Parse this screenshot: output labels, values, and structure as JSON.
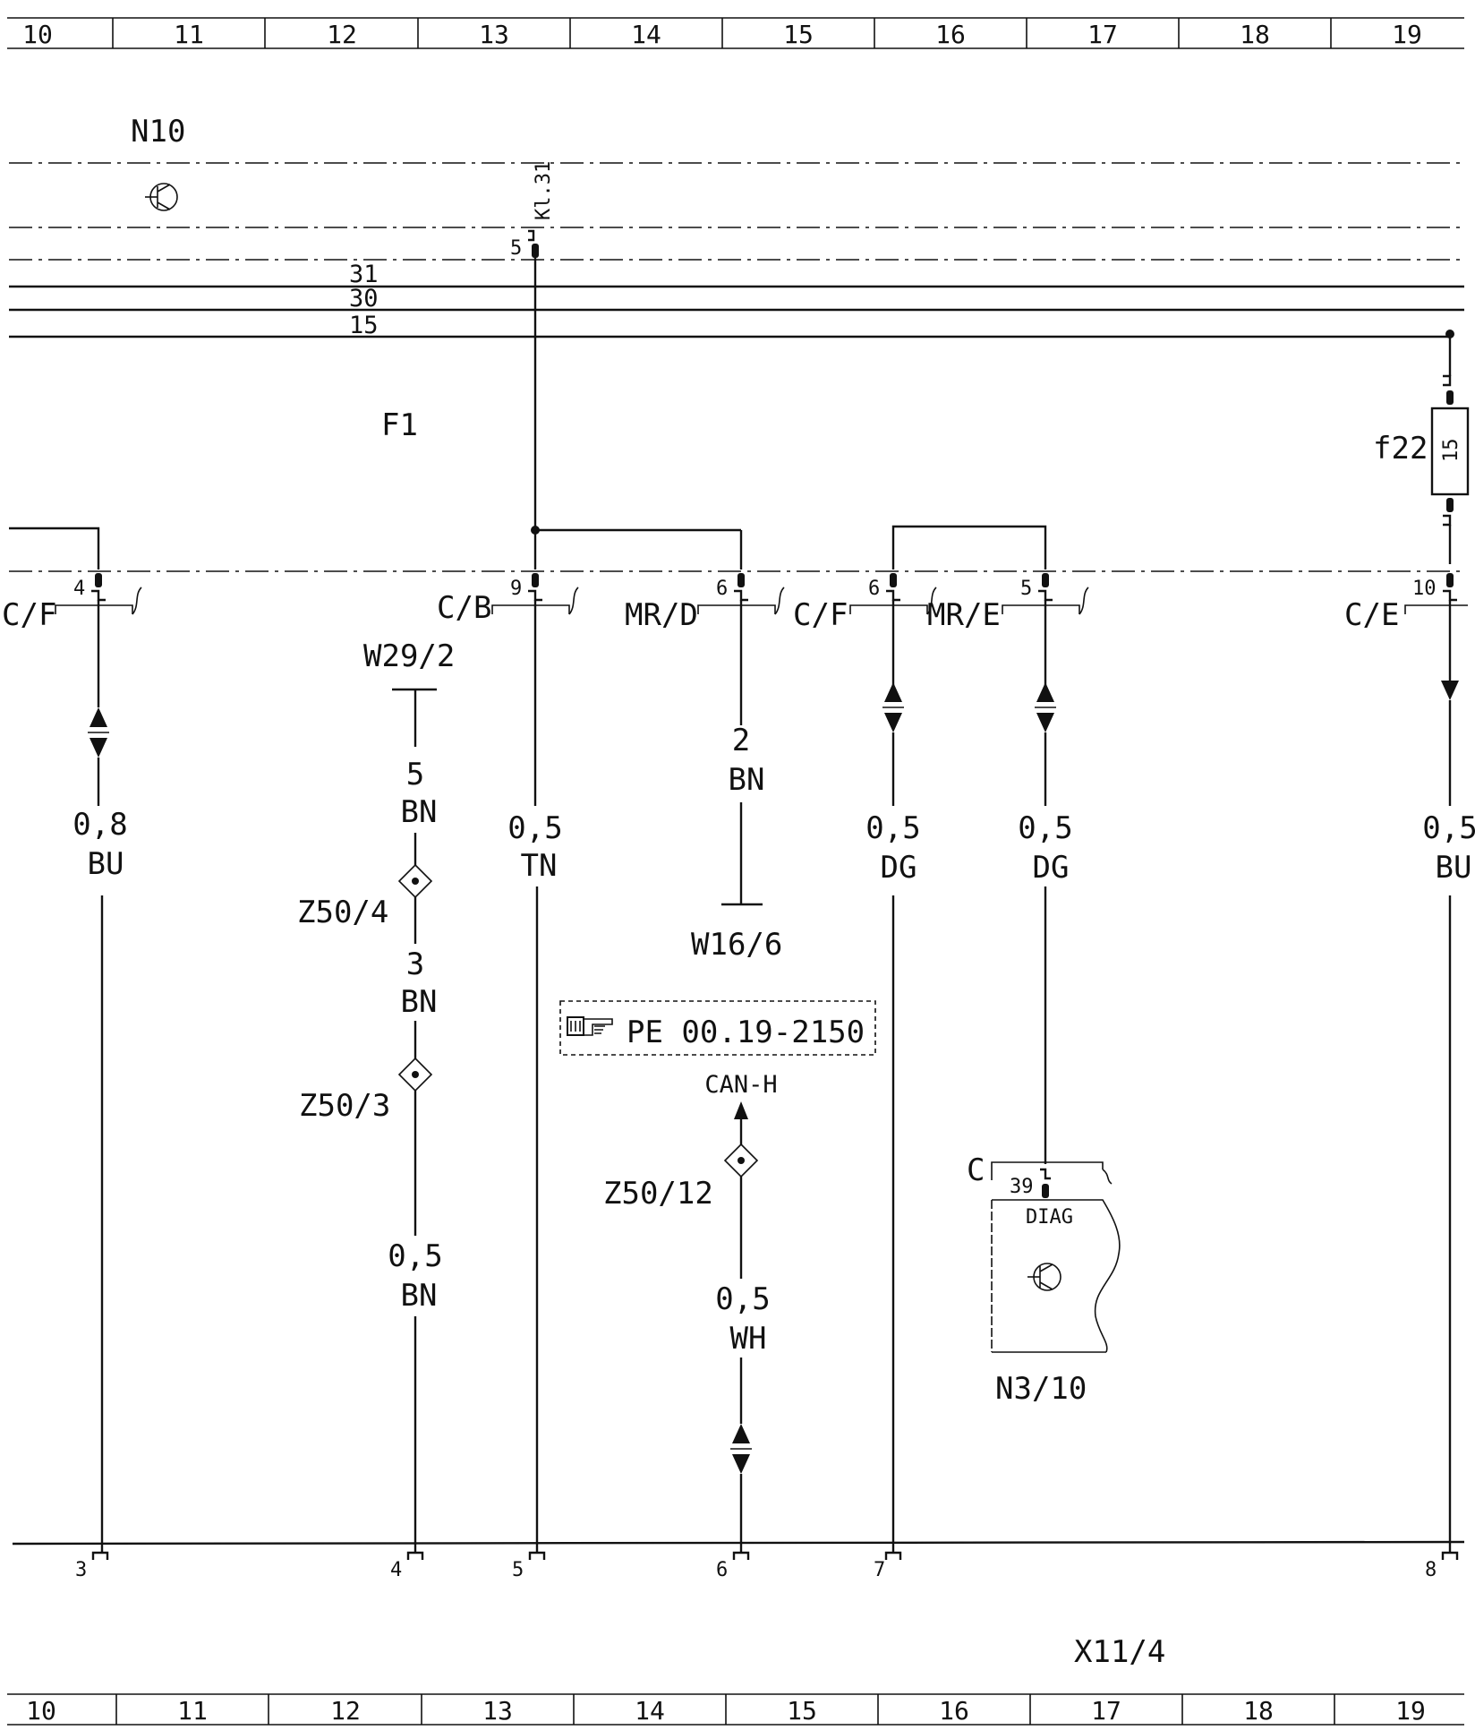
{
  "ruler": {
    "columns": [
      "10",
      "11",
      "12",
      "13",
      "14",
      "15",
      "16",
      "17",
      "18",
      "19"
    ]
  },
  "bus": {
    "lines": [
      "31",
      "30",
      "15"
    ]
  },
  "components": {
    "n10": "N10",
    "f1": "F1",
    "kl31": "Kl.31",
    "kl31_pin": "5",
    "f22": "f22",
    "f22_rating": "15",
    "w29_2": "W29/2",
    "w16_6": "W16/6",
    "z50_4": "Z50/4",
    "z50_3": "Z50/3",
    "z50_12": "Z50/12",
    "n3_10": "N3/10",
    "n3_10_connector": "C",
    "n3_10_pin": "39",
    "n3_10_port": "DIAG",
    "x11_4": "X11/4"
  },
  "note": {
    "reference": "PE 00.19-2150",
    "signal": "CAN-H"
  },
  "connectors": [
    {
      "label": "C/F",
      "pin": "4"
    },
    {
      "label": "C/B",
      "pin": "9"
    },
    {
      "label": "MR/D",
      "pin": "6"
    },
    {
      "label": "C/F",
      "pin": "6"
    },
    {
      "label": "MR/E",
      "pin": "5"
    },
    {
      "label": "C/E",
      "pin": "10"
    }
  ],
  "wires": [
    {
      "size": "0,8",
      "color": "BU"
    },
    {
      "size": "5",
      "color": "BN"
    },
    {
      "size": "3",
      "color": "BN"
    },
    {
      "size": "0,5",
      "color": "BN"
    },
    {
      "size": "0,5",
      "color": "TN"
    },
    {
      "size": "2",
      "color": "BN"
    },
    {
      "size": "0,5",
      "color": "WH"
    },
    {
      "size": "0,5",
      "color": "DG"
    },
    {
      "size": "0,5",
      "color": "DG"
    },
    {
      "size": "0,5",
      "color": "BU"
    }
  ],
  "bottom_pins": [
    "3",
    "4",
    "5",
    "6",
    "7",
    "8"
  ]
}
